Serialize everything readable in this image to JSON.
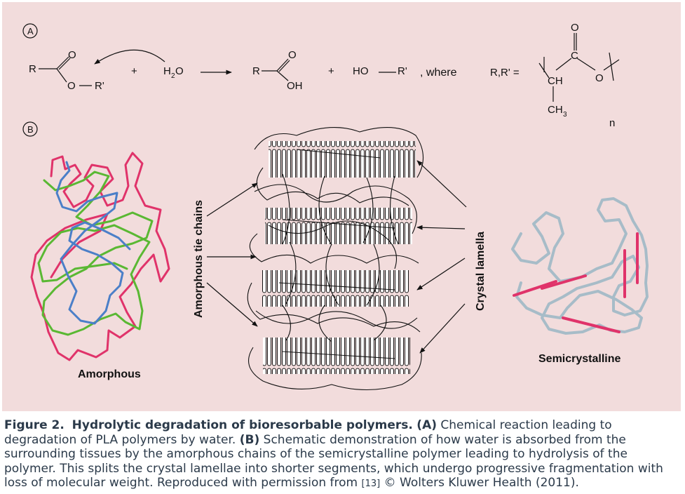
{
  "panelA": {
    "label": "A",
    "r1": "R",
    "o_top1": "O",
    "o_ester": "O",
    "r_prime1": "R'",
    "plus1": "+",
    "water_h": "H",
    "water_2": "2",
    "water_o": "O",
    "r2": "R",
    "o_top2": "O",
    "oh": "OH",
    "plus2": "+",
    "ho": "HO",
    "r_prime2": "R'",
    "where": ", where",
    "rr_eq": "R,R' =",
    "o_pla_top": "O",
    "c_pla": "C",
    "o_pla": "O",
    "ch": "CH",
    "ch3": "CH",
    "ch3_sub": "3",
    "n": "n"
  },
  "panelB": {
    "label": "B",
    "amorphous": "Amorphous",
    "tie_chains": "Amorphous tie chains",
    "crystal_lamella": "Crystal lamella",
    "semicrystalline": "Semicrystalline"
  },
  "colors": {
    "background": "#f2dcdc",
    "red": "#e0336a",
    "green": "#5ab833",
    "blue": "#4b7fc8",
    "grayblue": "#a7bcc8",
    "caption": "#2b3a4a"
  },
  "caption": {
    "fig": "Figure 2.",
    "title": "Hydrolytic degradation of bioresorbable polymers.",
    "a": "(A)",
    "a_text": "Chemical reaction leading to degradation of PLA polymers by water.",
    "b": "(B)",
    "b_text": "Schematic demonstration of how water is absorbed from the surrounding tissues by the amorphous chains of the semicrystalline polymer leading to hydrolysis of the polymer. This splits the crystal lamellae into shorter segments, which undergo progressive fragmentation with loss of molecular weight. Reproduced with permission from",
    "ref": "[13]",
    "copyright": "© Wolters Kluwer Health (2011)."
  }
}
